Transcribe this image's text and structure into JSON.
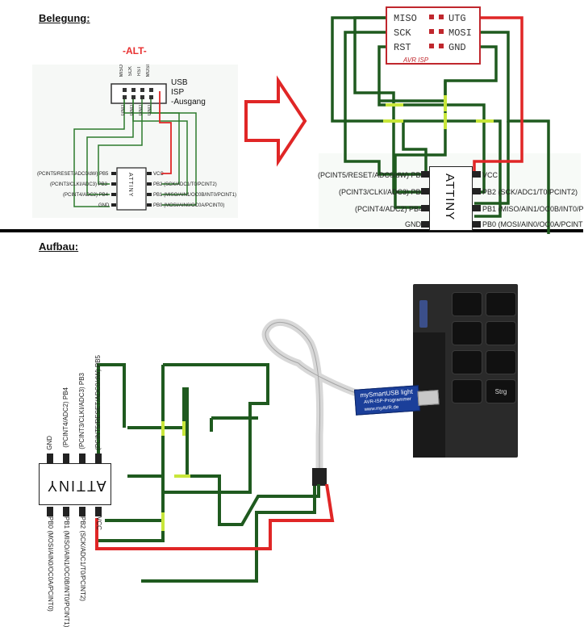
{
  "headings": {
    "belegung": "Belegung:",
    "aufbau": "Aufbau:"
  },
  "alt_label": "-ALT-",
  "small_diagram": {
    "header_labels": [
      "MISO",
      "SCK",
      "RST",
      "MOSI"
    ],
    "lower_labels": [
      "GND",
      "GND",
      "GND",
      "GND"
    ],
    "usb_isp_text": [
      "USB",
      "ISP",
      "-Ausgang"
    ],
    "left_pins": [
      "(PCINT5/RESET/ADC0/dW) PB5",
      "(PCINT3/CLKI/ADC3) PB3",
      "(PCINT4/ADC2) PB4",
      "GND"
    ],
    "right_pins": [
      "VCC",
      "PB2 (SCK/ADC1/T0/PCINT2)",
      "PB1 (MISO/AIN1/OC0B/INT0/PCINT1)",
      "PB0 (MOSI/AIN0/OC0A/PCINT0)"
    ],
    "chip_label": "ATTINY"
  },
  "isp_connector": {
    "left_labels": [
      "MISO",
      "SCK",
      "RST"
    ],
    "right_labels": [
      "UTG",
      "MOSI",
      "GND"
    ],
    "caption": "AVR ISP"
  },
  "big_diagram": {
    "left_pins": [
      "(PCINT5/RESET/ADC0/dW) PB5",
      "(PCINT3/CLKI/ADC3) PB3",
      "(PCINT4/ADC2) PB4",
      "GND"
    ],
    "right_pins": [
      "VCC",
      "PB2 (SCK/ADC1/T0/PCINT2)",
      "PB1 (MISO/AIN1/OC0B/INT0/P",
      "PB0 (MOSI/AIN0/OC0A/PCINT"
    ],
    "chip_label": "ATTINY"
  },
  "aufbau": {
    "chip_label": "ATTINY",
    "left_pins": [
      "(PCINT5/RESET/ADC0/dW) PB5",
      "(PCINT3/CLKI/ADC3) PB3",
      "(PCINT4/ADC2) PB4",
      "GND"
    ],
    "right_pins": [
      "VCC",
      "PB2 (SCK/ADC1/T0/PCINT2)",
      "PB1 (MISO/AIN1/OC0B/INT0/PCINT1)",
      "PB0 (MOSI/AIN0/OC0A/PCINT0)"
    ],
    "programmer_title": "mySmartUSB light",
    "programmer_sub": "AVR-ISP-Programmer",
    "programmer_url": "www.myAVR.de",
    "key_label": "Strg"
  },
  "colors": {
    "wire_green": "#1f5a1f",
    "wire_red": "#e02626",
    "junction": "#c8e63a",
    "pcb_red": "#c0272d"
  }
}
